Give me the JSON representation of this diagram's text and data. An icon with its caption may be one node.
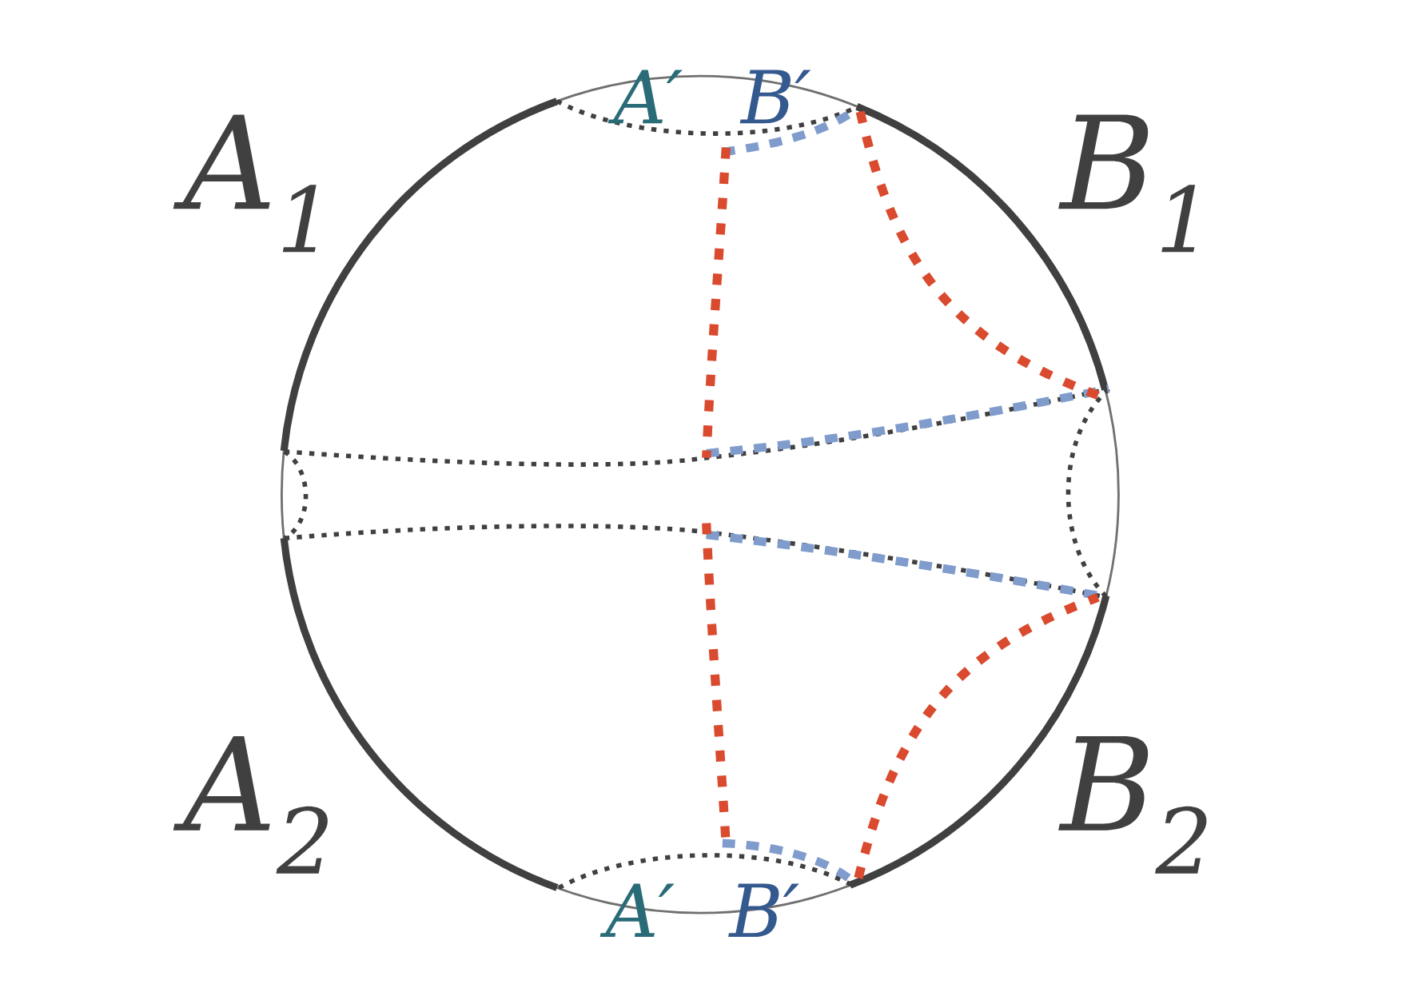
{
  "diagram": {
    "labels": [
      "A′",
      "B′",
      "A$_{1}$",
      "B$_{1}$",
      "A$_{2}$",
      "B$_{2}$",
      "A′",
      "B′"
    ]
  }
}
